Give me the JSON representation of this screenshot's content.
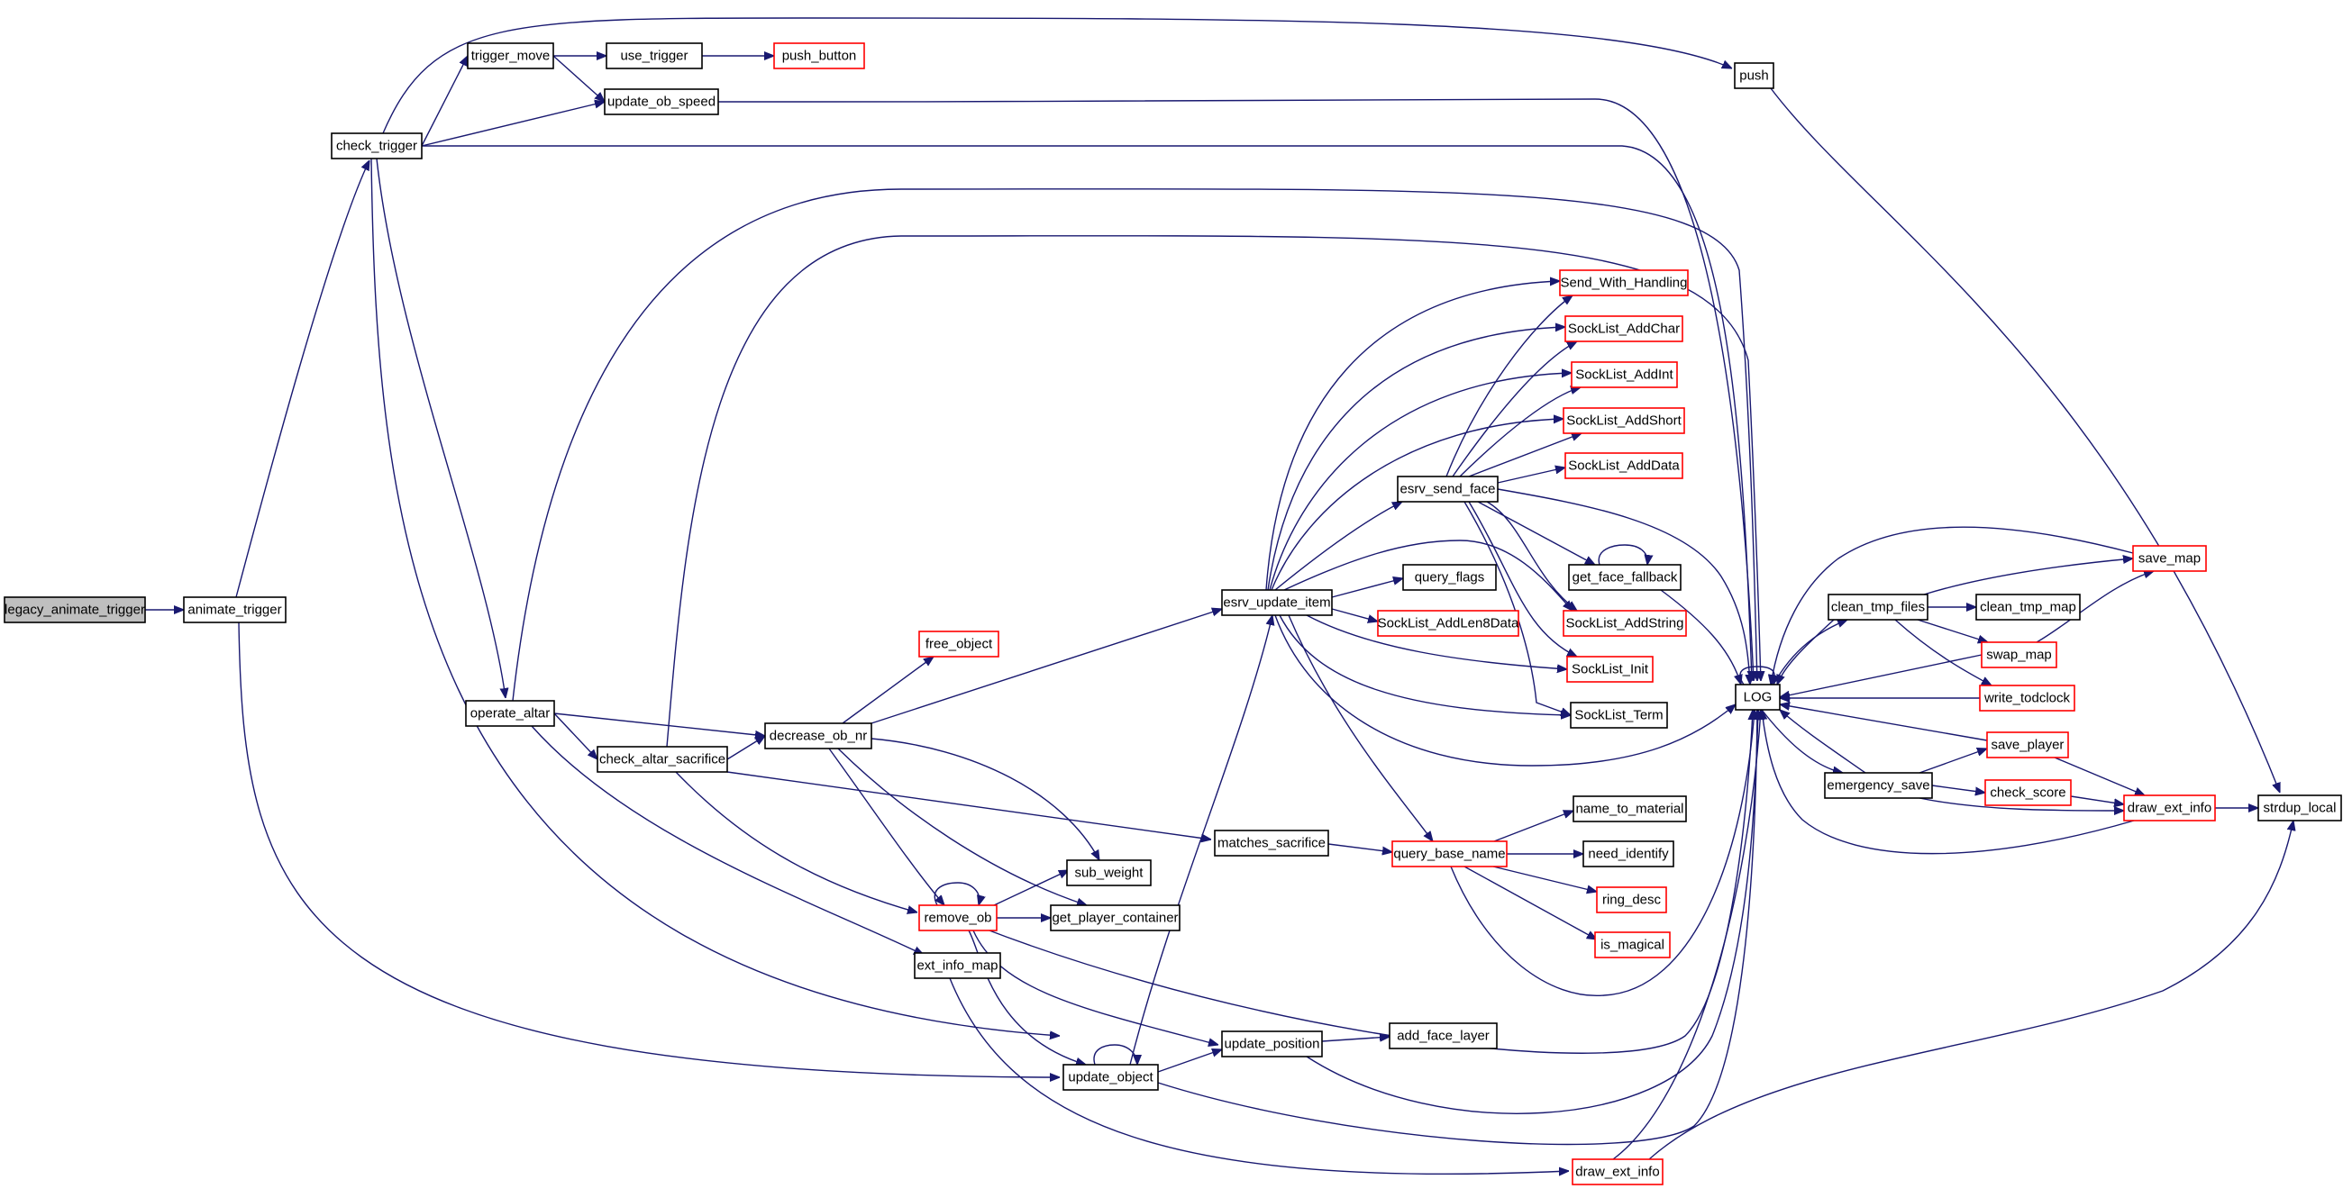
{
  "diagram": {
    "type": "call-graph",
    "colors": {
      "edge": "#191970",
      "node_border": "#000000",
      "truncated_border": "#ff0000",
      "root_fill": "#bfbfbf"
    },
    "nodes": [
      {
        "id": "legacy_animate_trigger",
        "label": "legacy_animate_trigger",
        "style": "root"
      },
      {
        "id": "animate_trigger",
        "label": "animate_trigger",
        "style": "normal"
      },
      {
        "id": "check_trigger",
        "label": "check_trigger",
        "style": "normal"
      },
      {
        "id": "trigger_move",
        "label": "trigger_move",
        "style": "normal"
      },
      {
        "id": "use_trigger",
        "label": "use_trigger",
        "style": "normal"
      },
      {
        "id": "push_button",
        "label": "push_button",
        "style": "truncated"
      },
      {
        "id": "update_ob_speed",
        "label": "update_ob_speed",
        "style": "normal"
      },
      {
        "id": "push",
        "label": "push",
        "style": "normal"
      },
      {
        "id": "operate_altar",
        "label": "operate_altar",
        "style": "normal"
      },
      {
        "id": "check_altar_sacrifice",
        "label": "check_altar_sacrifice",
        "style": "normal"
      },
      {
        "id": "decrease_ob_nr",
        "label": "decrease_ob_nr",
        "style": "normal"
      },
      {
        "id": "free_object",
        "label": "free_object",
        "style": "truncated"
      },
      {
        "id": "remove_ob",
        "label": "remove_ob",
        "style": "truncated"
      },
      {
        "id": "sub_weight",
        "label": "sub_weight",
        "style": "normal"
      },
      {
        "id": "get_player_container",
        "label": "get_player_container",
        "style": "normal"
      },
      {
        "id": "ext_info_map",
        "label": "ext_info_map",
        "style": "normal"
      },
      {
        "id": "update_object",
        "label": "update_object",
        "style": "normal"
      },
      {
        "id": "update_position",
        "label": "update_position",
        "style": "normal"
      },
      {
        "id": "add_face_layer",
        "label": "add_face_layer",
        "style": "normal"
      },
      {
        "id": "matches_sacrifice",
        "label": "matches_sacrifice",
        "style": "normal"
      },
      {
        "id": "query_base_name",
        "label": "query_base_name",
        "style": "truncated"
      },
      {
        "id": "name_to_material",
        "label": "name_to_material",
        "style": "normal"
      },
      {
        "id": "need_identify",
        "label": "need_identify",
        "style": "normal"
      },
      {
        "id": "ring_desc",
        "label": "ring_desc",
        "style": "truncated"
      },
      {
        "id": "is_magical",
        "label": "is_magical",
        "style": "truncated"
      },
      {
        "id": "draw_ext_info_b",
        "label": "draw_ext_info",
        "style": "truncated"
      },
      {
        "id": "esrv_update_item",
        "label": "esrv_update_item",
        "style": "normal"
      },
      {
        "id": "esrv_send_face",
        "label": "esrv_send_face",
        "style": "normal"
      },
      {
        "id": "query_flags",
        "label": "query_flags",
        "style": "normal"
      },
      {
        "id": "SockList_AddLen8Data",
        "label": "SockList_AddLen8Data",
        "style": "truncated"
      },
      {
        "id": "Send_With_Handling",
        "label": "Send_With_Handling",
        "style": "truncated"
      },
      {
        "id": "SockList_AddChar",
        "label": "SockList_AddChar",
        "style": "truncated"
      },
      {
        "id": "SockList_AddInt",
        "label": "SockList_AddInt",
        "style": "truncated"
      },
      {
        "id": "SockList_AddShort",
        "label": "SockList_AddShort",
        "style": "truncated"
      },
      {
        "id": "SockList_AddData",
        "label": "SockList_AddData",
        "style": "truncated"
      },
      {
        "id": "get_face_fallback",
        "label": "get_face_fallback",
        "style": "normal"
      },
      {
        "id": "SockList_AddString",
        "label": "SockList_AddString",
        "style": "truncated"
      },
      {
        "id": "SockList_Init",
        "label": "SockList_Init",
        "style": "truncated"
      },
      {
        "id": "SockList_Term",
        "label": "SockList_Term",
        "style": "normal"
      },
      {
        "id": "LOG",
        "label": "LOG",
        "style": "normal"
      },
      {
        "id": "clean_tmp_files",
        "label": "clean_tmp_files",
        "style": "normal"
      },
      {
        "id": "clean_tmp_map",
        "label": "clean_tmp_map",
        "style": "normal"
      },
      {
        "id": "save_map",
        "label": "save_map",
        "style": "truncated"
      },
      {
        "id": "swap_map",
        "label": "swap_map",
        "style": "truncated"
      },
      {
        "id": "write_todclock",
        "label": "write_todclock",
        "style": "truncated"
      },
      {
        "id": "emergency_save",
        "label": "emergency_save",
        "style": "normal"
      },
      {
        "id": "save_player",
        "label": "save_player",
        "style": "truncated"
      },
      {
        "id": "check_score",
        "label": "check_score",
        "style": "truncated"
      },
      {
        "id": "draw_ext_info_r",
        "label": "draw_ext_info",
        "style": "truncated"
      },
      {
        "id": "strdup_local",
        "label": "strdup_local",
        "style": "normal"
      }
    ],
    "edges": [
      [
        "legacy_animate_trigger",
        "animate_trigger"
      ],
      [
        "animate_trigger",
        "check_trigger"
      ],
      [
        "animate_trigger",
        "update_object"
      ],
      [
        "check_trigger",
        "trigger_move"
      ],
      [
        "check_trigger",
        "update_ob_speed"
      ],
      [
        "check_trigger",
        "push"
      ],
      [
        "check_trigger",
        "LOG"
      ],
      [
        "check_trigger",
        "operate_altar"
      ],
      [
        "check_trigger",
        "update_object"
      ],
      [
        "trigger_move",
        "use_trigger"
      ],
      [
        "trigger_move",
        "update_ob_speed"
      ],
      [
        "use_trigger",
        "push_button"
      ],
      [
        "update_ob_speed",
        "LOG"
      ],
      [
        "push",
        "strdup_local"
      ],
      [
        "operate_altar",
        "LOG"
      ],
      [
        "operate_altar",
        "check_altar_sacrifice"
      ],
      [
        "operate_altar",
        "decrease_ob_nr"
      ],
      [
        "operate_altar",
        "ext_info_map"
      ],
      [
        "check_altar_sacrifice",
        "LOG"
      ],
      [
        "check_altar_sacrifice",
        "decrease_ob_nr"
      ],
      [
        "check_altar_sacrifice",
        "matches_sacrifice"
      ],
      [
        "check_altar_sacrifice",
        "remove_ob"
      ],
      [
        "decrease_ob_nr",
        "free_object"
      ],
      [
        "decrease_ob_nr",
        "esrv_update_item"
      ],
      [
        "decrease_ob_nr",
        "sub_weight"
      ],
      [
        "decrease_ob_nr",
        "get_player_container"
      ],
      [
        "decrease_ob_nr",
        "remove_ob"
      ],
      [
        "remove_ob",
        "remove_ob"
      ],
      [
        "remove_ob",
        "sub_weight"
      ],
      [
        "remove_ob",
        "get_player_container"
      ],
      [
        "remove_ob",
        "LOG"
      ],
      [
        "remove_ob",
        "update_object"
      ],
      [
        "remove_ob",
        "update_position"
      ],
      [
        "ext_info_map",
        "draw_ext_info_b"
      ],
      [
        "update_object",
        "update_object"
      ],
      [
        "update_object",
        "esrv_update_item"
      ],
      [
        "update_object",
        "update_position"
      ],
      [
        "update_object",
        "LOG"
      ],
      [
        "update_position",
        "add_face_layer"
      ],
      [
        "update_position",
        "LOG"
      ],
      [
        "matches_sacrifice",
        "query_base_name"
      ],
      [
        "query_base_name",
        "name_to_material"
      ],
      [
        "query_base_name",
        "need_identify"
      ],
      [
        "query_base_name",
        "ring_desc"
      ],
      [
        "query_base_name",
        "is_magical"
      ],
      [
        "query_base_name",
        "LOG"
      ],
      [
        "draw_ext_info_b",
        "LOG"
      ],
      [
        "draw_ext_info_b",
        "strdup_local"
      ],
      [
        "esrv_update_item",
        "Send_With_Handling"
      ],
      [
        "esrv_update_item",
        "SockList_AddChar"
      ],
      [
        "esrv_update_item",
        "SockList_AddInt"
      ],
      [
        "esrv_update_item",
        "SockList_AddShort"
      ],
      [
        "esrv_update_item",
        "esrv_send_face"
      ],
      [
        "esrv_update_item",
        "query_flags"
      ],
      [
        "esrv_update_item",
        "SockList_AddLen8Data"
      ],
      [
        "esrv_update_item",
        "SockList_AddString"
      ],
      [
        "esrv_update_item",
        "SockList_Init"
      ],
      [
        "esrv_update_item",
        "SockList_Term"
      ],
      [
        "esrv_update_item",
        "query_base_name"
      ],
      [
        "esrv_update_item",
        "LOG"
      ],
      [
        "esrv_send_face",
        "Send_With_Handling"
      ],
      [
        "esrv_send_face",
        "SockList_AddChar"
      ],
      [
        "esrv_send_face",
        "SockList_AddInt"
      ],
      [
        "esrv_send_face",
        "SockList_AddShort"
      ],
      [
        "esrv_send_face",
        "SockList_AddData"
      ],
      [
        "esrv_send_face",
        "get_face_fallback"
      ],
      [
        "esrv_send_face",
        "SockList_AddString"
      ],
      [
        "esrv_send_face",
        "SockList_Init"
      ],
      [
        "esrv_send_face",
        "SockList_Term"
      ],
      [
        "esrv_send_face",
        "LOG"
      ],
      [
        "get_face_fallback",
        "get_face_fallback"
      ],
      [
        "get_face_fallback",
        "LOG"
      ],
      [
        "LOG",
        "LOG"
      ],
      [
        "LOG",
        "clean_tmp_files"
      ],
      [
        "LOG",
        "emergency_save"
      ],
      [
        "clean_tmp_files",
        "LOG"
      ],
      [
        "clean_tmp_files",
        "clean_tmp_map"
      ],
      [
        "clean_tmp_files",
        "save_map"
      ],
      [
        "clean_tmp_files",
        "swap_map"
      ],
      [
        "clean_tmp_files",
        "write_todclock"
      ],
      [
        "save_map",
        "LOG"
      ],
      [
        "swap_map",
        "save_map"
      ],
      [
        "swap_map",
        "LOG"
      ],
      [
        "write_todclock",
        "LOG"
      ],
      [
        "emergency_save",
        "LOG"
      ],
      [
        "emergency_save",
        "save_player"
      ],
      [
        "emergency_save",
        "check_score"
      ],
      [
        "emergency_save",
        "draw_ext_info_r"
      ],
      [
        "save_player",
        "LOG"
      ],
      [
        "save_player",
        "draw_ext_info_r"
      ],
      [
        "check_score",
        "draw_ext_info_r"
      ],
      [
        "draw_ext_info_r",
        "strdup_local"
      ],
      [
        "draw_ext_info_r",
        "LOG"
      ]
    ]
  }
}
